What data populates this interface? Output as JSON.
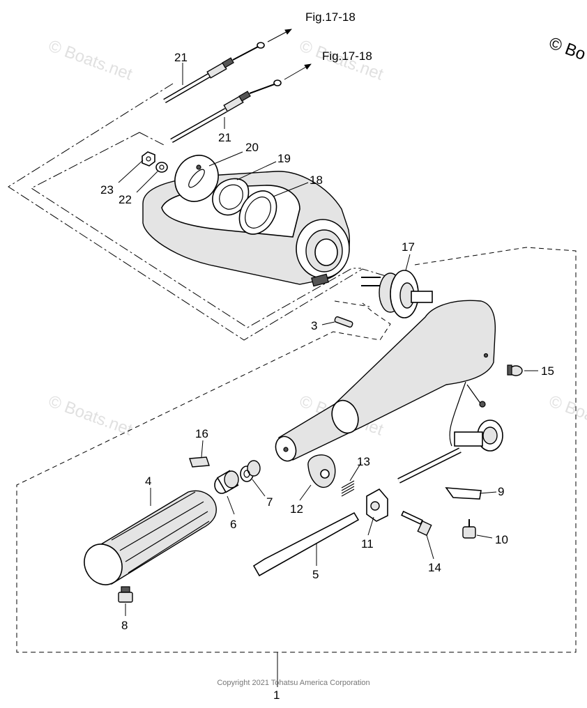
{
  "watermark": {
    "text": "© Boats.net",
    "corner_text": "© Bo"
  },
  "references": {
    "upper": "Fig.17-18",
    "lower": "Fig.17-18"
  },
  "copyright": "Copyright 2021 Tohatsu America Corporation",
  "parts": {
    "p1": "1",
    "p3": "3",
    "p4": "4",
    "p5": "5",
    "p6": "6",
    "p7": "7",
    "p8": "8",
    "p9": "9",
    "p10": "10",
    "p11": "11",
    "p12": "12",
    "p13": "13",
    "p14": "14",
    "p15": "15",
    "p16": "16",
    "p17": "17",
    "p18": "18",
    "p19": "19",
    "p20": "20",
    "p21a": "21",
    "p21b": "21",
    "p22": "22",
    "p23": "23"
  }
}
